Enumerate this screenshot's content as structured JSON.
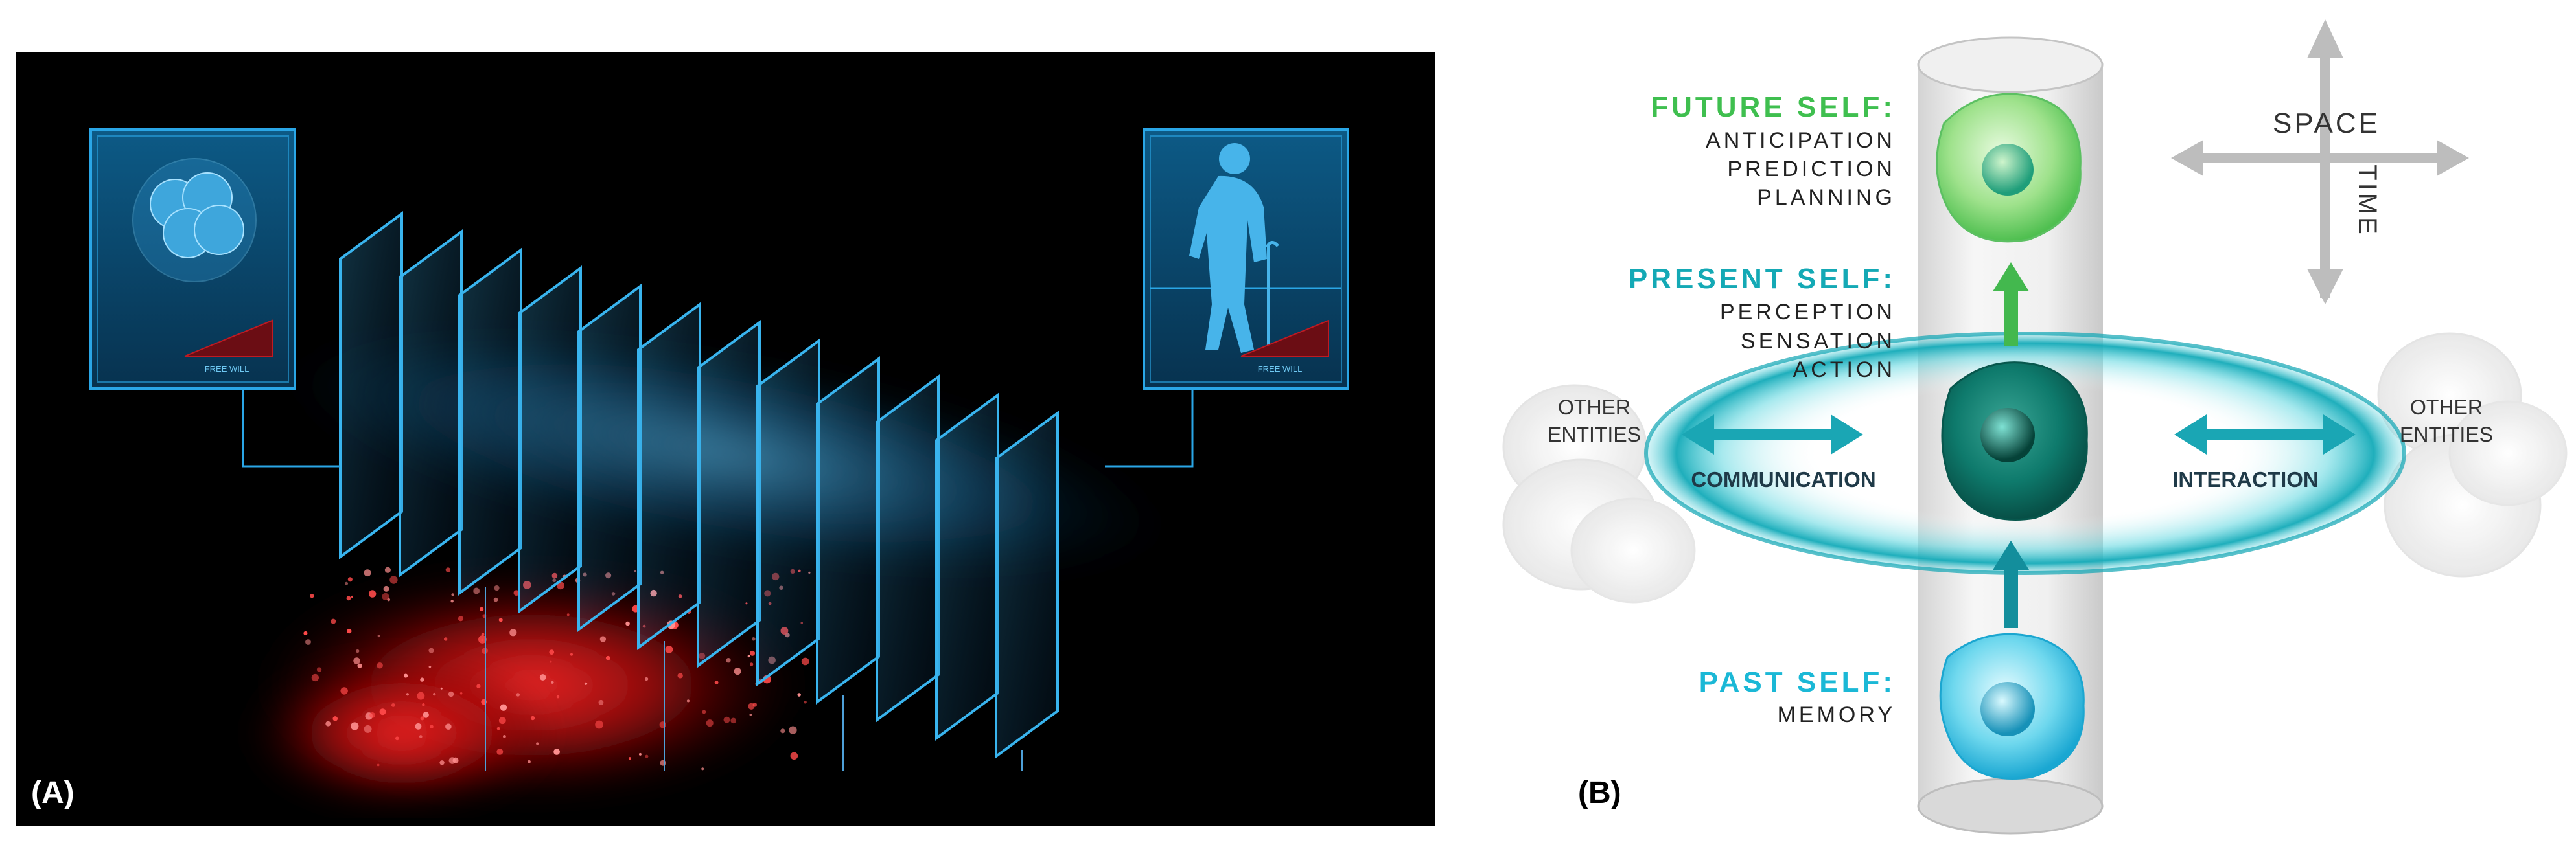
{
  "panel_a": {
    "label": "(A)",
    "card_caption": "FREE WILL"
  },
  "panel_b": {
    "label": "(B)",
    "future": {
      "title": "FUTURE SELF:",
      "items": [
        "ANTICIPATION",
        "PREDICTION",
        "PLANNING"
      ]
    },
    "present": {
      "title": "PRESENT SELF:",
      "items": [
        "PERCEPTION",
        "SENSATION",
        "ACTION"
      ]
    },
    "past": {
      "title": "PAST SELF:",
      "items": [
        "MEMORY"
      ]
    },
    "other_left": [
      "OTHER",
      "ENTITIES"
    ],
    "other_right": [
      "OTHER",
      "ENTITIES"
    ],
    "communication": "COMMUNICATION",
    "interaction": "INTERACTION",
    "space": "SPACE",
    "time": "TIME"
  },
  "colors": {
    "future_green": "#3fbf4f",
    "present_teal": "#14a9b5",
    "past_cyan": "#1bb8d6",
    "cell_dark": "#0c6b63",
    "neon_blue": "#2aa6e6",
    "nebula_red": "#d01818"
  }
}
